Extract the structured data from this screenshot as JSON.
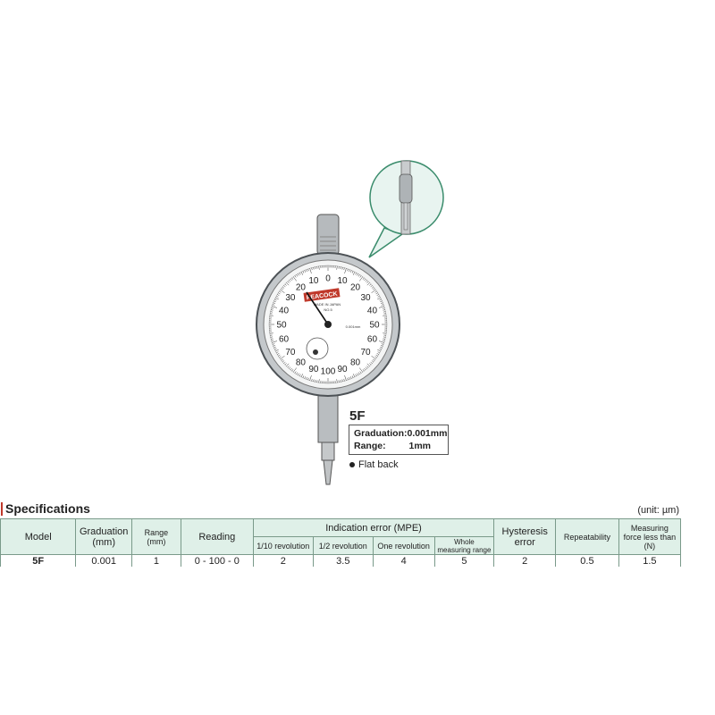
{
  "product": {
    "brand": "PEACOCK",
    "model": "5F",
    "dial_text_made": "MADE IN JAPAN",
    "dial_text_no": "NO.5",
    "dial_text_unit": "0.001mm",
    "graduation_label": "Graduation:",
    "graduation_value": "0.001mm",
    "range_label": "Range:",
    "range_value": "1mm",
    "feature": "Flat back",
    "dial_numbers_left": [
      "10",
      "20",
      "30",
      "40",
      "50",
      "60",
      "70",
      "80",
      "90"
    ],
    "dial_numbers_right": [
      "10",
      "20",
      "30",
      "40",
      "50",
      "60",
      "70",
      "80",
      "90"
    ],
    "dial_zero": "0",
    "dial_hundred": "100"
  },
  "specs": {
    "title": "Specifications",
    "unit": "(unit: µm)",
    "headers": {
      "model": "Model",
      "graduation": "Graduation (mm)",
      "range": "Range (mm)",
      "reading": "Reading",
      "indication_error": "Indication error (MPE)",
      "tenth_rev": "1/10 revolution",
      "half_rev": "1/2 revolution",
      "one_rev": "One revolution",
      "whole_range": "Whole measuring range",
      "hysteresis": "Hysteresis error",
      "repeatability": "Repeatability",
      "measuring_force": "Measuring force less than (N)"
    },
    "row": {
      "model": "5F",
      "graduation": "0.001",
      "range": "1",
      "reading": "0 - 100 - 0",
      "tenth_rev": "2",
      "half_rev": "3.5",
      "one_rev": "4",
      "whole_range": "5",
      "hysteresis": "2",
      "repeatability": "0.5",
      "measuring_force": "1.5"
    }
  },
  "colors": {
    "header_bg": "#dff0e8",
    "accent": "#c0392b",
    "callout": "#e8f4f0"
  }
}
